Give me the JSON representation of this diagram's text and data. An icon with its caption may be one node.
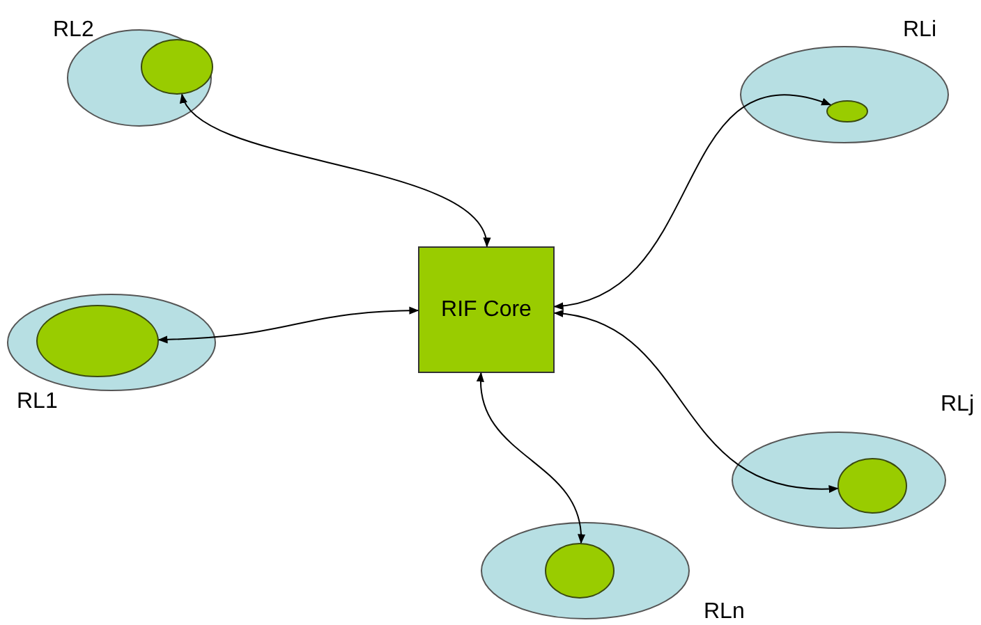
{
  "diagram": {
    "nodes": [
      {
        "text": [
          "RL2"
        ]
      },
      {
        "text": [],
        "shape": "ellipse",
        "in": 0
      },
      {
        "text": [
          "RLi"
        ]
      },
      {
        "text": [],
        "shape": "ellipse",
        "in": 2
      },
      {
        "text": [
          "RIF Core"
        ]
      },
      {
        "text": [
          "RL1"
        ]
      },
      {
        "text": [],
        "shape": "ellipse",
        "in": 5
      },
      {
        "text": [
          "RLj"
        ]
      },
      {
        "text": [],
        "shape": "ellipse",
        "in": 7
      },
      {
        "text": [
          "RLn"
        ]
      },
      {
        "text": [],
        "shape": "ellipse",
        "in": 9
      }
    ],
    "edges": [
      {
        "from": 1,
        "to": 4,
        "arrow": "both"
      },
      {
        "from": 4,
        "to": 3,
        "arrow": "both"
      },
      {
        "from": 4,
        "to": 6,
        "arrow": "both"
      },
      {
        "from": 4,
        "to": 8,
        "arrow": "both"
      },
      {
        "from": 4,
        "to": 10,
        "arrow": "both"
      }
    ]
  }
}
